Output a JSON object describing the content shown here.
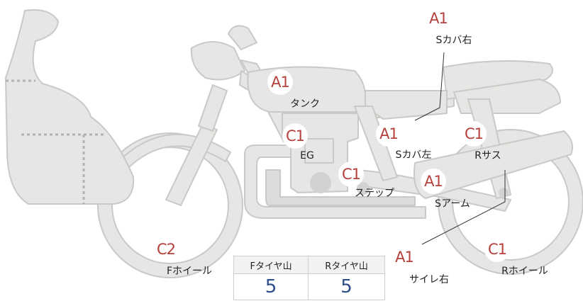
{
  "parts": [
    {
      "id": "s-cover-right",
      "grade": "A1",
      "label": "Sカバ右"
    },
    {
      "id": "tank",
      "grade": "A1",
      "label": "タンク"
    },
    {
      "id": "engine",
      "grade": "C1",
      "label": "EG"
    },
    {
      "id": "s-cover-left",
      "grade": "A1",
      "label": "Sカバ左"
    },
    {
      "id": "rear-suspension",
      "grade": "C1",
      "label": "Rサス"
    },
    {
      "id": "step",
      "grade": "C1",
      "label": "ステップ"
    },
    {
      "id": "swingarm",
      "grade": "A1",
      "label": "Sアーム"
    },
    {
      "id": "front-wheel",
      "grade": "C2",
      "label": "Fホイール"
    },
    {
      "id": "silencer-right",
      "grade": "A1",
      "label": "サイレ右"
    },
    {
      "id": "rear-wheel",
      "grade": "C1",
      "label": "Rホイール"
    }
  ],
  "tread_table": {
    "headers": [
      "Fタイヤ山",
      "Rタイヤ山"
    ],
    "values": [
      "5",
      "5"
    ]
  },
  "colors": {
    "body_fill": "#e6e6e4",
    "body_stroke": "#c9c9c7",
    "grade_text": "#b5403c",
    "value_text": "#2f4d8a",
    "leader_line": "#333333"
  }
}
